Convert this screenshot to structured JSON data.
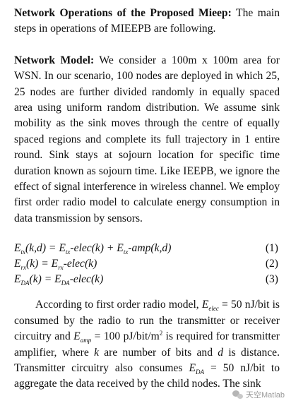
{
  "para1": {
    "heading": "Network Operations of the Proposed Mieep:",
    "text": " The main steps in operations of MIEEPB are following."
  },
  "para2": {
    "heading": "Network Model:",
    "text": " We consider a 100m x 100m area for WSN. In our scenario, 100 nodes are deployed in which 25, 25 nodes are further divided randomly in equally spaced area using uniform random distribution. We assume sink mobility as the sink moves through the centre of equally spaced regions and complete its full trajectory in 1 entire round. Sink stays at sojourn location for specific time duration known as sojourn time. Like IEEPB, we ignore the effect of signal interference in wireless channel. We employ first order radio model to calculate energy consumption in data transmission by sensors."
  },
  "equations": [
    {
      "number": "(1)"
    },
    {
      "number": "(2)"
    },
    {
      "number": "(3)"
    }
  ],
  "para3": {
    "t1": "According to first order radio model, ",
    "t2": " = 50 nJ/bit is consumed by the radio to run the transmitter or receiver circuitry and ",
    "t3": " = 100 pJ/bit/m",
    "t3sup": "2",
    "t4": " is required for transmitter amplifier, where ",
    "k": "k",
    "t5": " are number of bits and ",
    "d": "d",
    "t6": " is distance. Transmitter circuitry also consumes ",
    "t7": " = 50 nJ/bit to aggregate the data received by the child nodes. The sink"
  },
  "watermark": {
    "text": "天空Matlab",
    "icon": "wechat-icon"
  }
}
